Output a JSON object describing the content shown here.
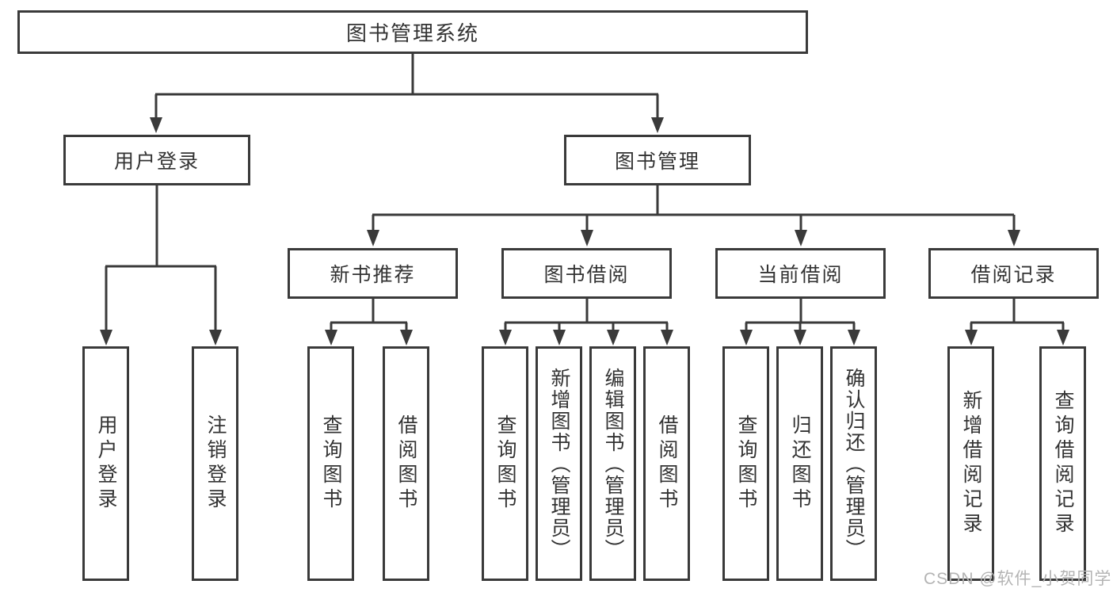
{
  "tree": {
    "root": {
      "label": "图书管理系统"
    },
    "login": {
      "label": "用户登录",
      "children": [
        "用户登录",
        "注销登录"
      ]
    },
    "mgmt": {
      "label": "图书管理",
      "sections": {
        "new_books": {
          "label": "新书推荐",
          "children": [
            "查询图书",
            "借阅图书"
          ]
        },
        "borrow": {
          "label": "图书借阅",
          "children": [
            "查询图书",
            "新增图书（管理员）",
            "编辑图书（管理员）",
            "借阅图书"
          ]
        },
        "current": {
          "label": "当前借阅",
          "children": [
            "查询图书",
            "归还图书",
            "确认归还（管理员）"
          ]
        },
        "records": {
          "label": "借阅记录",
          "children": [
            "新增借阅记录",
            "查询借阅记录"
          ]
        }
      }
    }
  },
  "watermark": "CSDN @软件_小贺同学",
  "colors": {
    "line": "#3a3a3a",
    "text": "#333333",
    "watermark": "#b4b4b4",
    "background": "#ffffff"
  }
}
